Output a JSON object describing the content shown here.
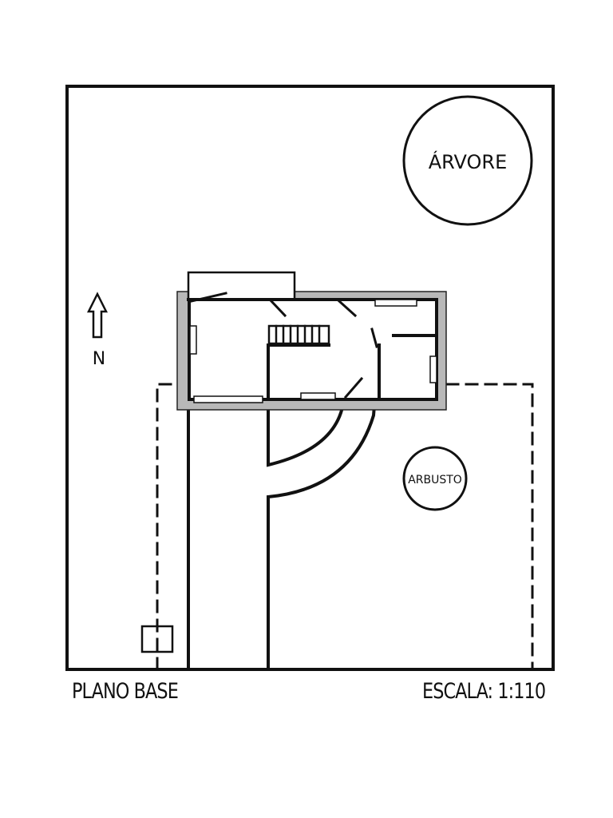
{
  "plan": {
    "tree_label": "ÁRVORE",
    "shrub_label": "ARBUSTO",
    "north_label": "N",
    "title": "PLANO BASE",
    "scale": "ESCALA: 1:110",
    "colors": {
      "ink": "#111111",
      "wall": "#b8b8b8",
      "paper": "#ffffff"
    }
  }
}
